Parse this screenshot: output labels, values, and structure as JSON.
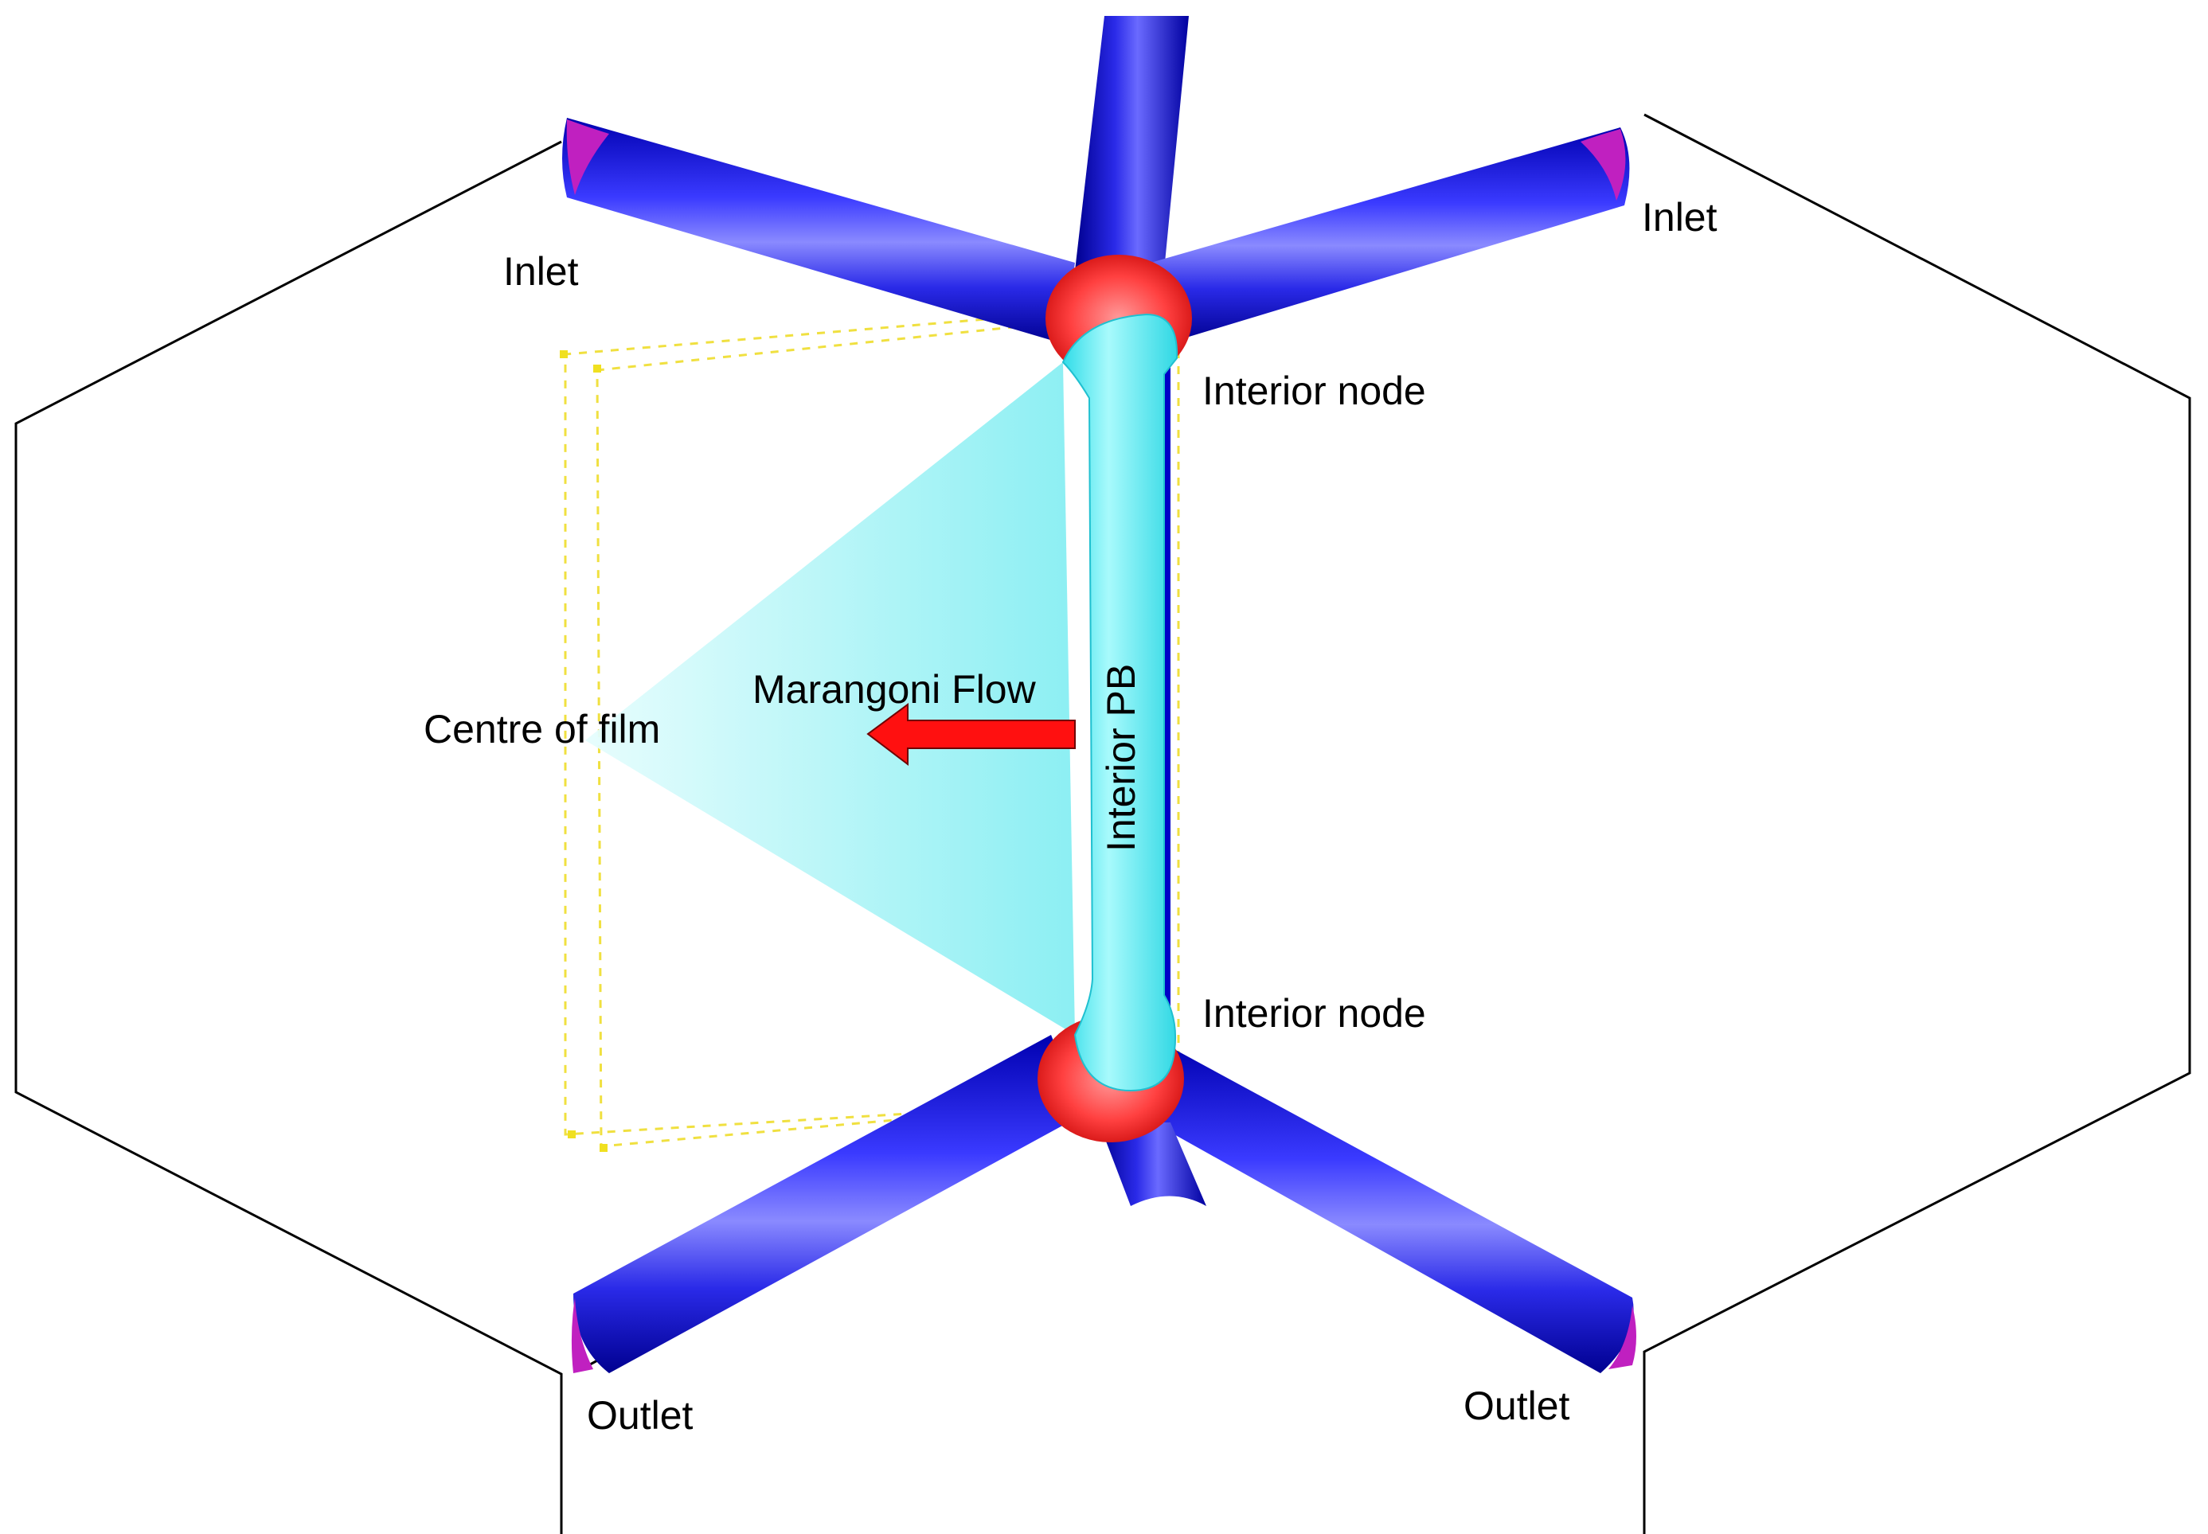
{
  "labels": {
    "inlet_left": "Inlet",
    "inlet_right": "Inlet",
    "interior_node_top": "Interior node",
    "interior_node_bottom": "Interior node",
    "marangoni_flow": "Marangoni Flow",
    "interior_pb": "Interior PB",
    "centre_of_film": "Centre of film",
    "outlet_left": "Outlet",
    "outlet_right": "Outlet"
  },
  "colors": {
    "plateau_border": "#1a1ae6",
    "node": "#ff3b3b",
    "interior_pb": "#40e8f0",
    "film": "#9ff4f6",
    "arrow": "#ff1010",
    "inlet_outlet_face": "#c020c0",
    "cell_outline": "#000000",
    "dashed_box": "#f0e040"
  }
}
